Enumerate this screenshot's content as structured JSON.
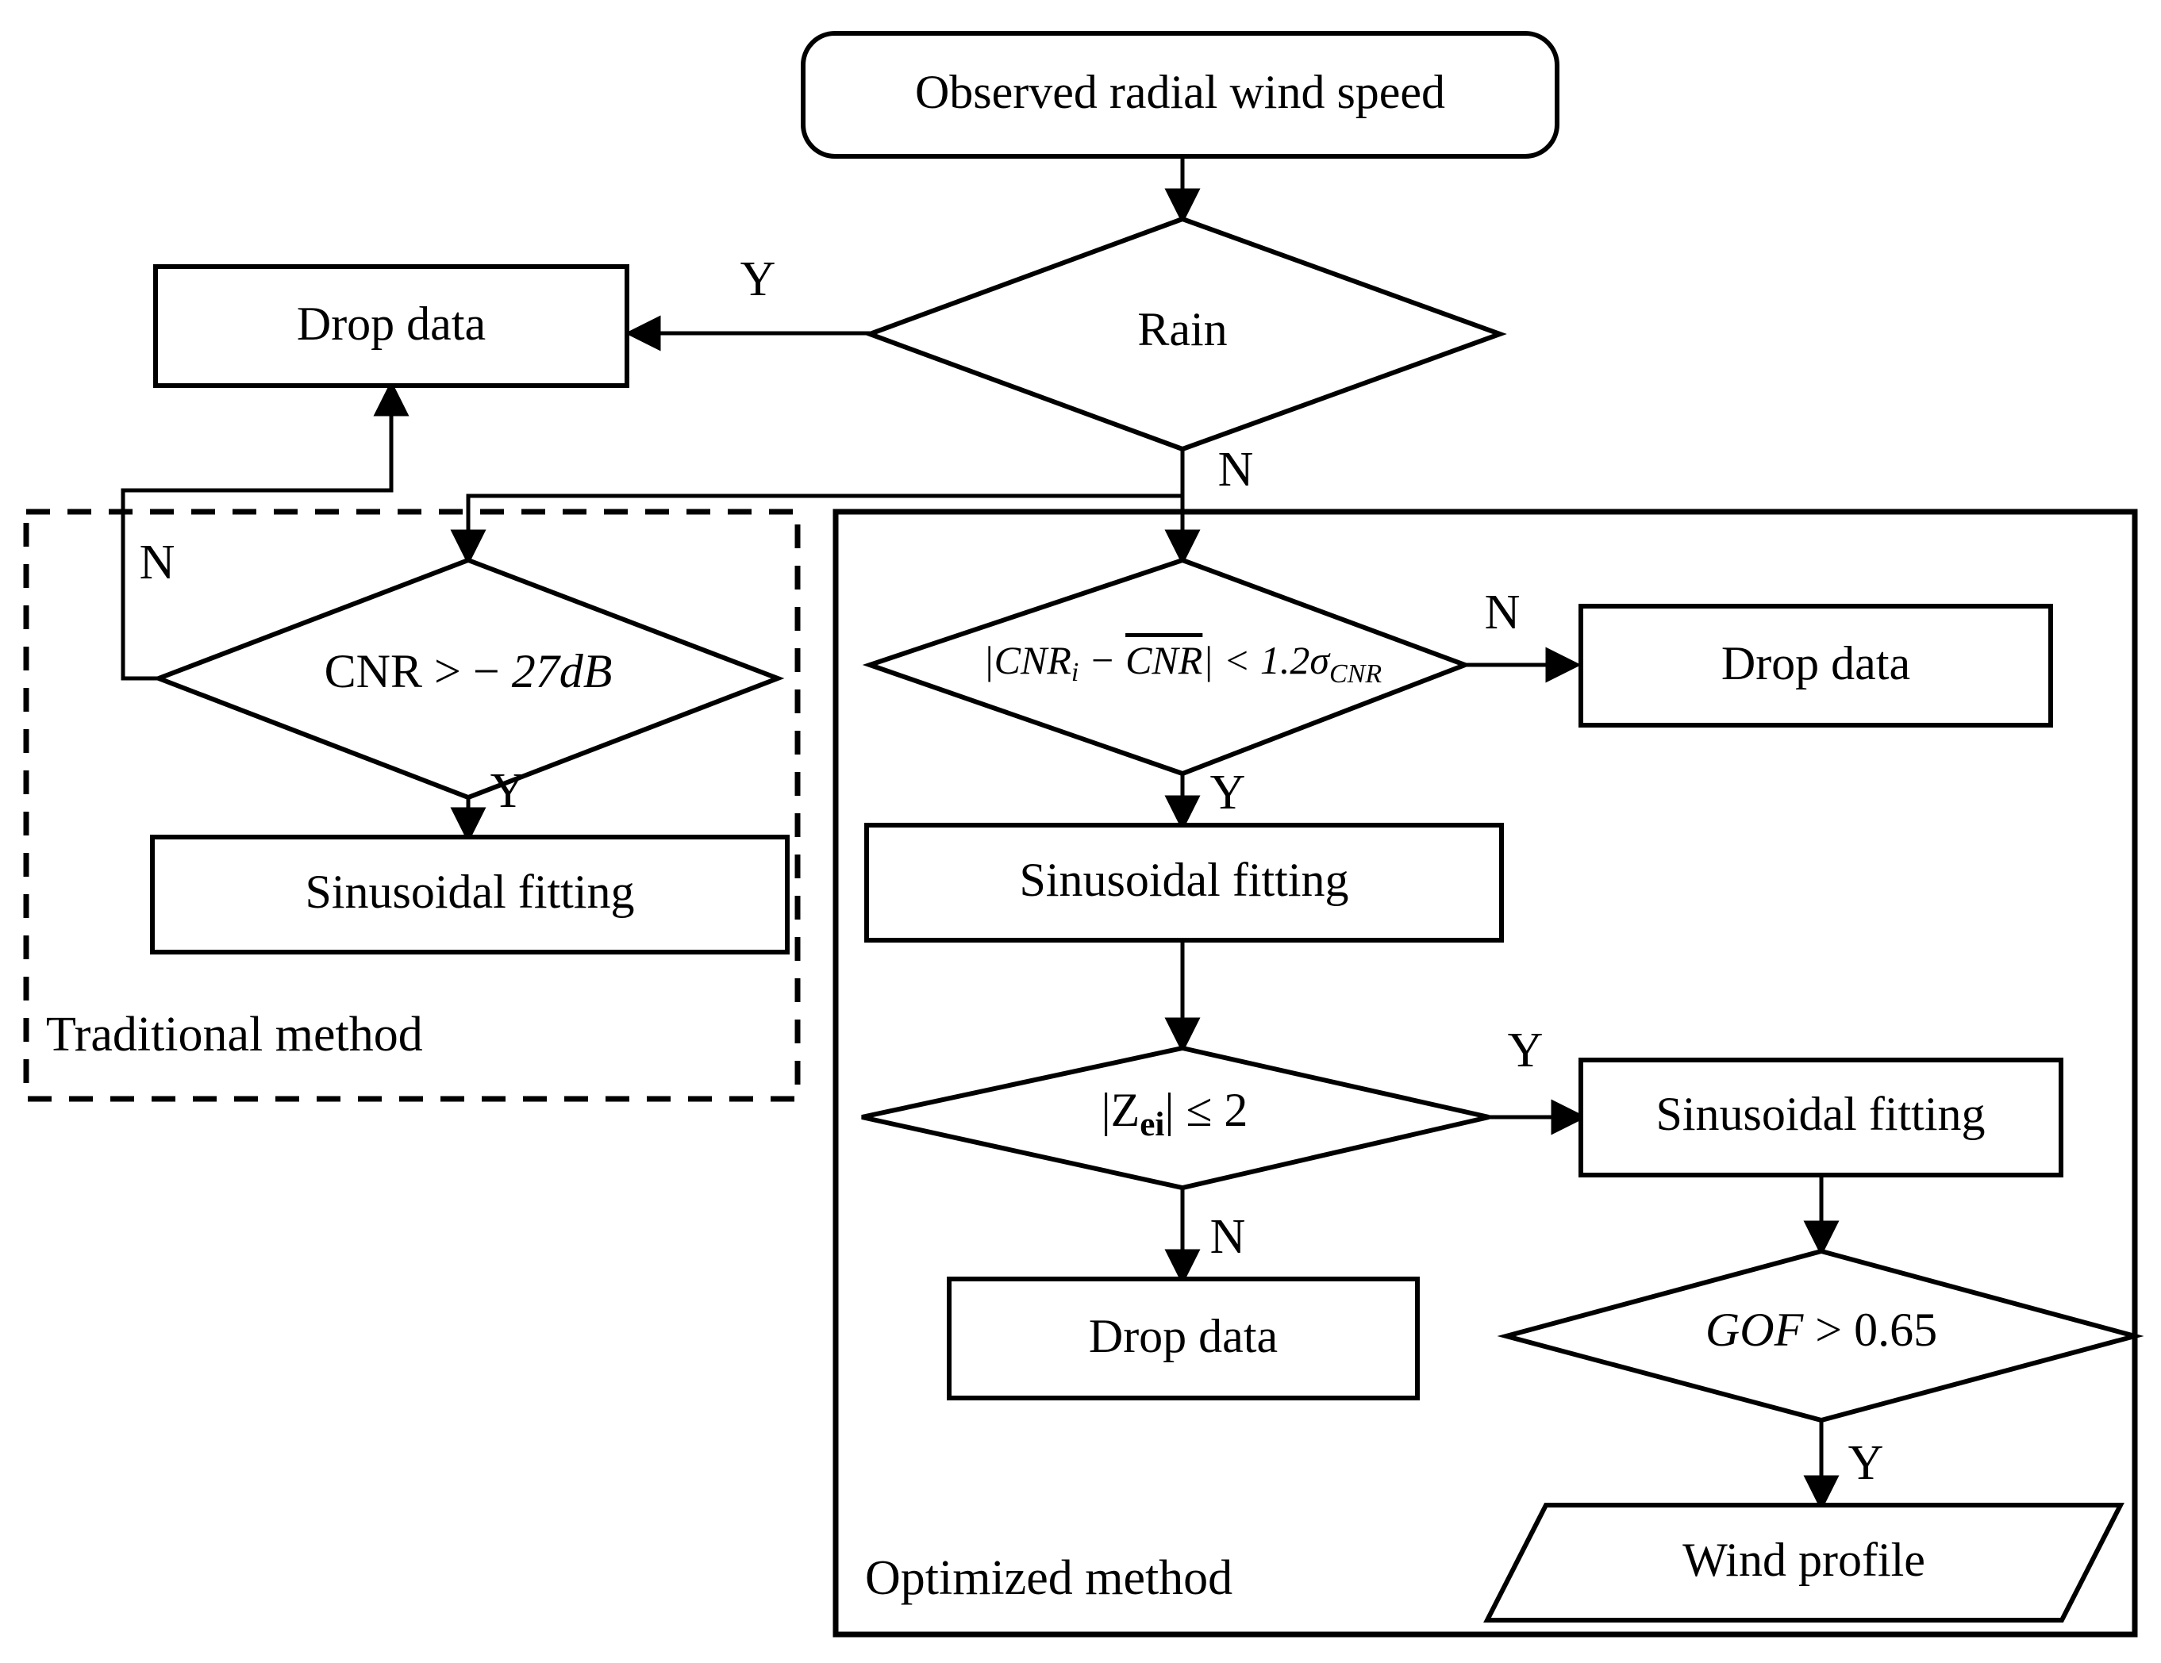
{
  "diagram": {
    "title_present": false,
    "type": "flowchart",
    "background_color": "#ffffff",
    "line_color": "#000000"
  },
  "nodes": {
    "start": {
      "label": "Observed radial wind speed",
      "shape": "rounded-rectangle"
    },
    "rain": {
      "label": "Rain",
      "shape": "diamond"
    },
    "drop_data_rain": {
      "label": "Drop data",
      "shape": "rectangle"
    },
    "cnr_threshold": {
      "shape": "diamond",
      "label_plain": "CNR > − 27dB",
      "label_prefix": "CNR",
      "label_op": " > − ",
      "label_value": "27dB"
    },
    "sinusoidal_fitting_traditional": {
      "label": "Sinusoidal fitting",
      "shape": "rectangle"
    },
    "cnr_deviation": {
      "shape": "diamond",
      "label_plain": "|CNRi − CNR̄| < 1.2σCNR",
      "part_abs_open": "|",
      "part_cnr": "CNR",
      "part_i": "i",
      "part_minus": " − ",
      "part_cnr_bar": "CNR",
      "part_abs_close": "|",
      "part_lt": " < ",
      "part_coef": "1.2",
      "part_sigma": "σ",
      "part_sigma_sub": "CNR"
    },
    "drop_data_cnr": {
      "label": "Drop data",
      "shape": "rectangle"
    },
    "sinusoidal_fitting_optimized": {
      "label": "Sinusoidal fitting",
      "shape": "rectangle"
    },
    "z_score": {
      "shape": "diamond",
      "label_plain": "|Zei| ≤ 2",
      "part_abs_open": "|",
      "part_z": "Z",
      "part_ei": "ei",
      "part_abs_close": "|",
      "part_le": " ≤ 2"
    },
    "drop_data_z": {
      "label": "Drop data",
      "shape": "rectangle"
    },
    "sinusoidal_fitting_refit": {
      "label": "Sinusoidal fitting",
      "shape": "rectangle"
    },
    "gof": {
      "shape": "diamond",
      "label_plain": "GOF > 0.65",
      "part_gof": "GOF",
      "part_gt": " > 0.65"
    },
    "wind_profile": {
      "label": "Wind profile",
      "shape": "parallelogram"
    }
  },
  "branch_labels": {
    "rain_yes": "Y",
    "rain_no": "N",
    "cnr_threshold_no": "N",
    "cnr_threshold_yes": "Y",
    "cnr_deviation_no": "N",
    "cnr_deviation_yes": "Y",
    "z_score_yes": "Y",
    "z_score_no": "N",
    "gof_yes": "Y"
  },
  "groups": {
    "traditional": {
      "label": "Traditional method",
      "border": "dashed"
    },
    "optimized": {
      "label": "Optimized method",
      "border": "solid"
    }
  }
}
